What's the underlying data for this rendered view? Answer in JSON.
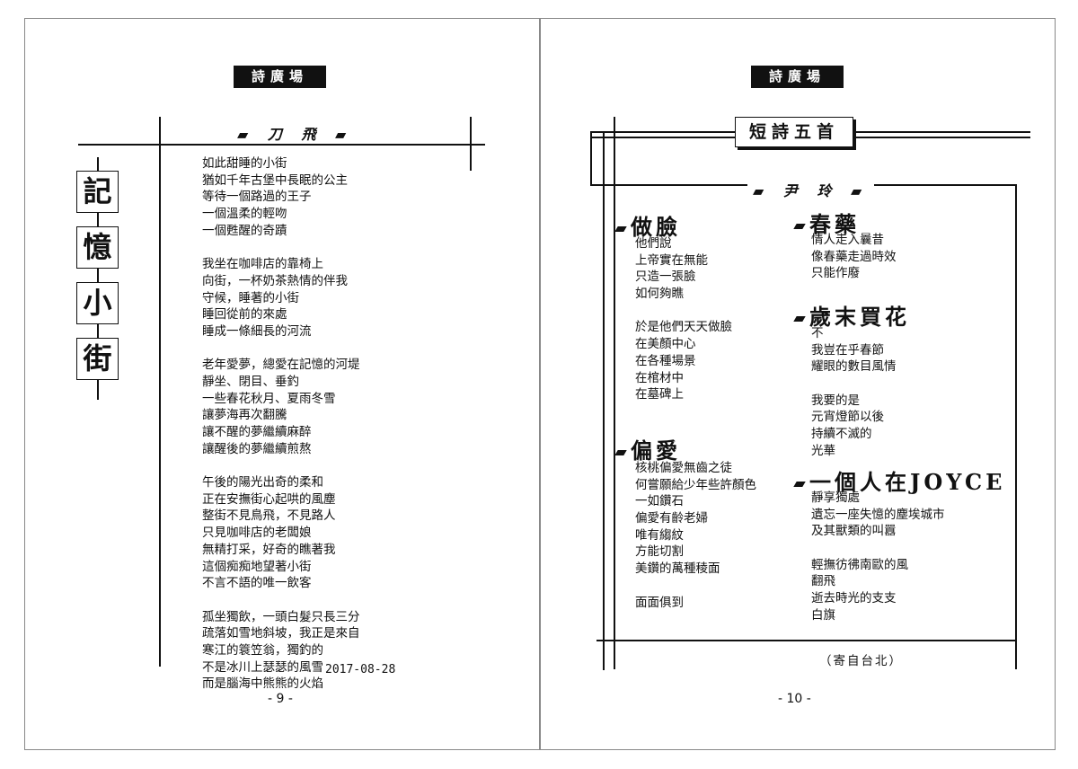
{
  "left_page": {
    "header": "詩廣場",
    "author": "刀 飛",
    "title_chars": [
      "記",
      "憶",
      "小",
      "街"
    ],
    "poem": [
      "如此甜睡的小街",
      "猶如千年古堡中長眠的公主",
      "等待一個路過的王子",
      "一個溫柔的輕吻",
      "一個甦醒的奇蹟",
      "",
      "我坐在咖啡店的靠椅上",
      "向街，一杯奶茶熱情的伴我",
      "守候，睡著的小街",
      "睡回從前的來處",
      "睡成一條細長的河流",
      "",
      "老年愛夢，總愛在記憶的河堤",
      "靜坐、閉目、垂釣",
      "一些春花秋月、夏雨冬雪",
      "讓夢海再次翻騰",
      "讓不醒的夢繼續麻醉",
      "讓醒後的夢繼續煎熬",
      "",
      "午後的陽光出奇的柔和",
      "正在安撫街心起哄的風塵",
      "整街不見鳥飛，不見路人",
      "只見咖啡店的老闆娘",
      "無精打采，好奇的瞧著我",
      "這個痴痴地望著小街",
      "不言不語的唯一飲客",
      "",
      "孤坐獨飲，一頭白髮只長三分",
      "疏落如雪地斜坡，我正是來自",
      "寒江的簑笠翁，獨釣的",
      "不是冰川上瑟瑟的風雪",
      "而是腦海中熊熊的火焰"
    ],
    "date": "2017-08-28",
    "page_number": "- 9 -"
  },
  "right_page": {
    "header": "詩廣場",
    "title": "短詩五首",
    "author": "尹 玲",
    "poems": [
      {
        "title": "做臉",
        "lines": [
          "他們說",
          "上帝實在無能",
          "只造一張臉",
          "如何夠瞧",
          "",
          "於是他們天天做臉",
          "在美顏中心",
          "在各種場景",
          "在棺材中",
          "在墓碑上"
        ]
      },
      {
        "title": "偏愛",
        "lines": [
          "核桃偏愛無齒之徒",
          "何嘗願給少年些許顏色",
          "一如鑽石",
          "偏愛有齡老婦",
          "唯有縐紋",
          "方能切割",
          "美鑽的萬種稜面",
          "",
          "面面俱到"
        ]
      },
      {
        "title": "春藥",
        "lines": [
          "情人走入曩昔",
          "像春藥走過時效",
          "只能作廢"
        ]
      },
      {
        "title": "歲末買花",
        "lines": [
          "不",
          "我豈在乎春節",
          "耀眼的數目風情",
          "",
          "我要的是",
          "元宵燈節以後",
          "持續不滅的",
          "光華"
        ]
      },
      {
        "title": "一個人在JOYCE",
        "lines": [
          "靜享獨處",
          "遺忘一座失憶的塵埃城市",
          "及其獸類的叫囂",
          "",
          "輕撫彷彿南歐的風",
          "翻飛",
          "逝去時光的支支",
          "白旗"
        ]
      }
    ],
    "footer_note": "（寄自台北）",
    "page_number": "- 10 -"
  }
}
